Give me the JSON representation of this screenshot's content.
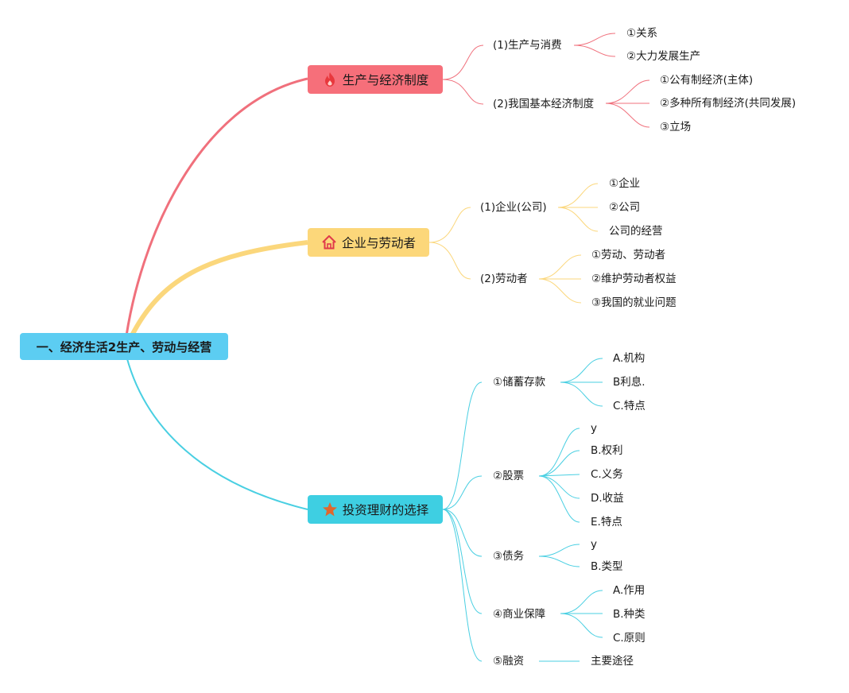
{
  "root": {
    "label": "一、经济生活2生产、劳动与经营"
  },
  "branches": [
    {
      "label": "生产与经济制度",
      "icon": "fire-icon",
      "color": "#f0707c",
      "children": [
        {
          "label": "(1)生产与消费",
          "children": [
            "①关系",
            "②大力发展生产"
          ]
        },
        {
          "label": "(2)我国基本经济制度",
          "children": [
            "①公有制经济(主体)",
            "②多种所有制经济(共同发展)",
            "③立场"
          ]
        }
      ]
    },
    {
      "label": "企业与劳动者",
      "icon": "house-icon",
      "color": "#fbd77c",
      "children": [
        {
          "label": "(1)企业(公司)",
          "children": [
            "①企业",
            "②公司",
            "公司的经营"
          ]
        },
        {
          "label": "(2)劳动者",
          "children": [
            "①劳动、劳动者",
            "②维护劳动者权益",
            "③我国的就业问题"
          ]
        }
      ]
    },
    {
      "label": "投资理财的选择",
      "icon": "star-icon",
      "color": "#49cfe2",
      "children": [
        {
          "label": "①储蓄存款",
          "children": [
            "A.机构",
            "B利息.",
            "C.特点"
          ]
        },
        {
          "label": "②股票",
          "children": [
            "y",
            "B.权利",
            "C.义务",
            "D.收益",
            "E.特点"
          ]
        },
        {
          "label": "③债务",
          "children": [
            "y",
            "B.类型"
          ]
        },
        {
          "label": "④商业保障",
          "children": [
            "A.作用",
            "B.种类",
            "C.原则"
          ]
        },
        {
          "label": "⑤融资",
          "children": [
            "主要途径"
          ]
        }
      ]
    }
  ]
}
